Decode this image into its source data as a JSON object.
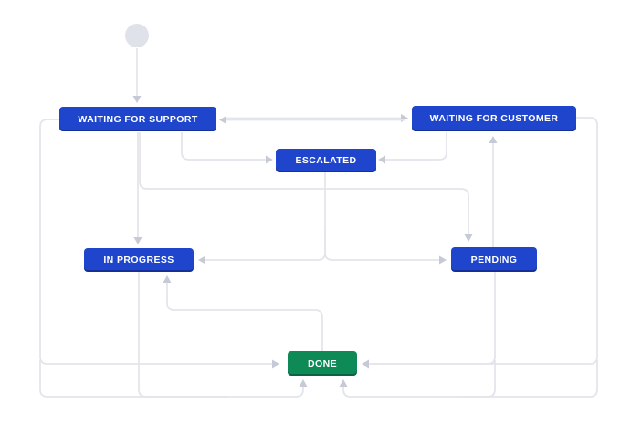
{
  "diagram": {
    "type": "workflow-status-diagram",
    "start_node": {
      "id": "start",
      "label": ""
    },
    "statuses": [
      {
        "id": "waiting-for-support",
        "label": "WAITING FOR SUPPORT",
        "color": "#1e45cc",
        "text_color": "#ffffff"
      },
      {
        "id": "waiting-for-customer",
        "label": "WAITING FOR CUSTOMER",
        "color": "#1e45cc",
        "text_color": "#ffffff"
      },
      {
        "id": "escalated",
        "label": "ESCALATED",
        "color": "#1e45cc",
        "text_color": "#ffffff"
      },
      {
        "id": "in-progress",
        "label": "IN PROGRESS",
        "color": "#1e45cc",
        "text_color": "#ffffff"
      },
      {
        "id": "pending",
        "label": "PENDING",
        "color": "#1e45cc",
        "text_color": "#ffffff"
      },
      {
        "id": "done",
        "label": "DONE",
        "color": "#0d8a56",
        "text_color": "#ffffff"
      }
    ],
    "transitions": [
      {
        "from": "start",
        "to": "waiting-for-support"
      },
      {
        "from": "waiting-for-support",
        "to": "waiting-for-customer"
      },
      {
        "from": "waiting-for-customer",
        "to": "waiting-for-support"
      },
      {
        "from": "waiting-for-support",
        "to": "escalated"
      },
      {
        "from": "waiting-for-customer",
        "to": "escalated"
      },
      {
        "from": "waiting-for-support",
        "to": "in-progress"
      },
      {
        "from": "waiting-for-support",
        "to": "pending"
      },
      {
        "from": "escalated",
        "to": "in-progress"
      },
      {
        "from": "escalated",
        "to": "pending"
      },
      {
        "from": "done",
        "to": "in-progress"
      },
      {
        "from": "waiting-for-support",
        "to": "done"
      },
      {
        "from": "in-progress",
        "to": "done"
      },
      {
        "from": "pending",
        "to": "waiting-for-customer"
      },
      {
        "from": "pending",
        "to": "done"
      },
      {
        "from": "waiting-for-customer",
        "to": "done"
      }
    ],
    "colors": {
      "background": "#ffffff",
      "edge": "#e3e5ec",
      "arrow": "#c5cad6",
      "start_node": "#dfe2e8",
      "status_blue": "#1e45cc",
      "status_green": "#0d8a56"
    }
  }
}
